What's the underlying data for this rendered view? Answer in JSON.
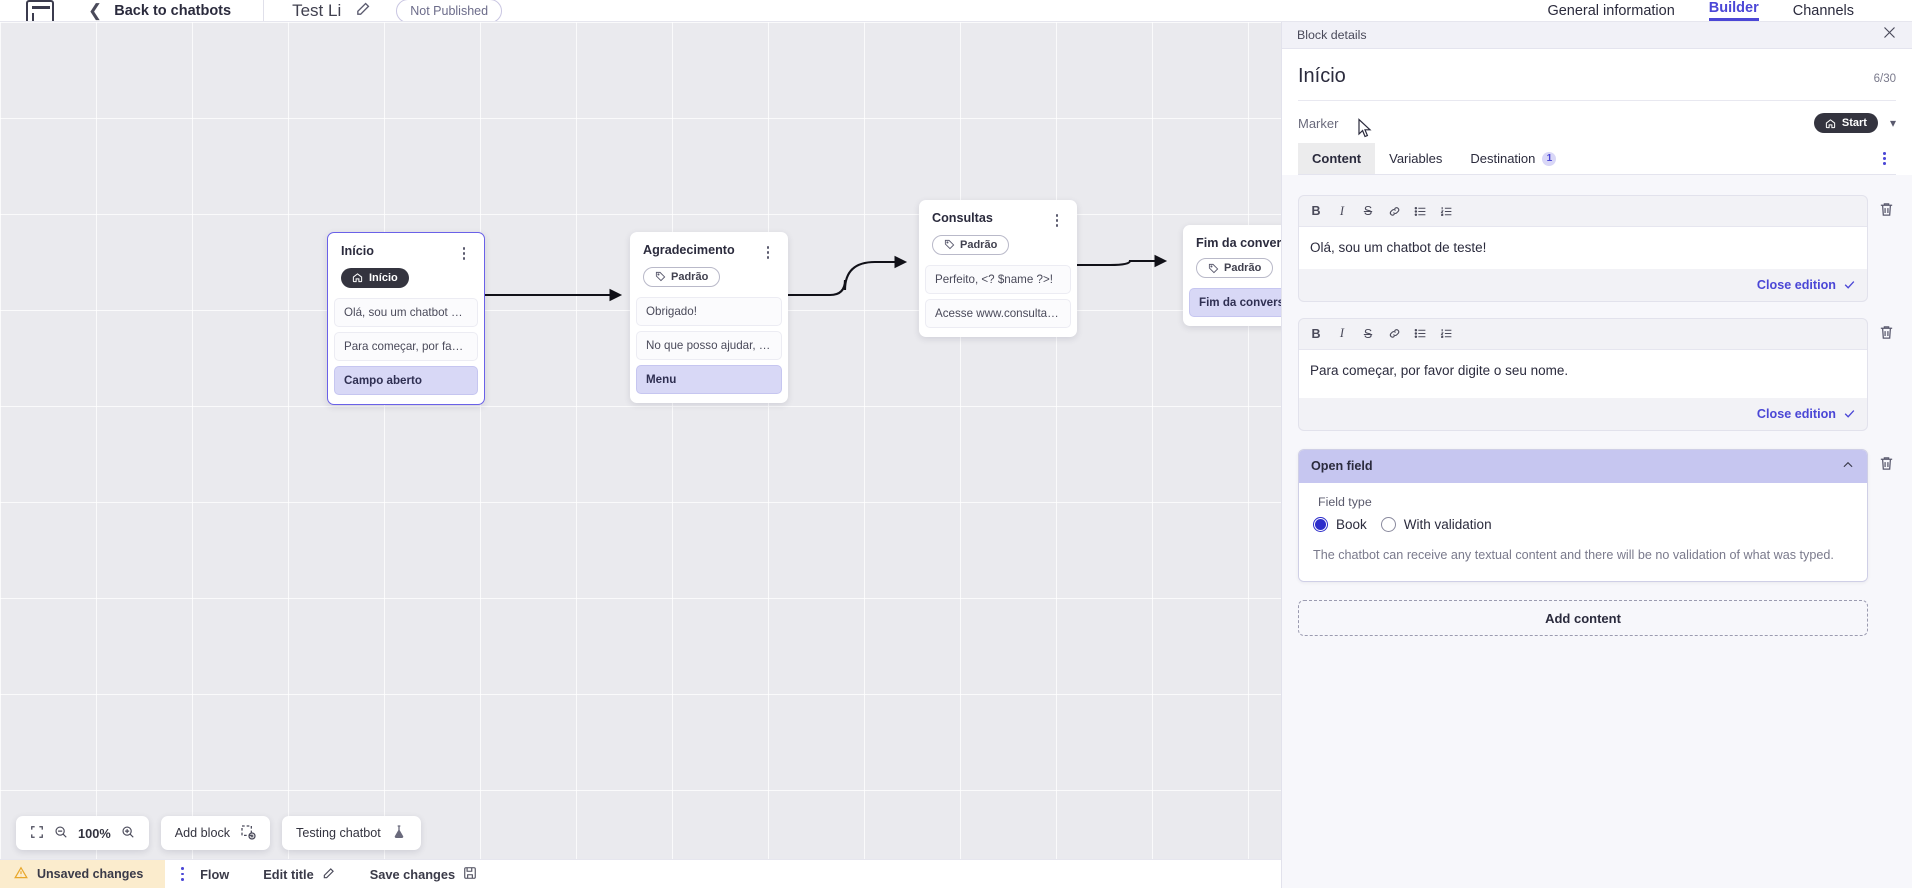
{
  "topbar": {
    "logo_icon": "app-logo-icon",
    "back_label": "Back to chatbots",
    "back_icon": "chevron-left-icon",
    "bot_title": "Test Li",
    "edit_icon": "pencil-icon",
    "publish_status": "Not Published",
    "tabs": [
      {
        "label": "General information",
        "active": false
      },
      {
        "label": "Builder",
        "active": true
      },
      {
        "label": "Channels",
        "active": false
      }
    ]
  },
  "canvas": {
    "nodes": [
      {
        "title": "Início",
        "badge": "Início",
        "badge_icon": "home-icon",
        "badge_style": "start",
        "selected": true,
        "messages": [
          {
            "text": "Olá, sou um chatbot de teste!",
            "accent": false
          },
          {
            "text": "Para começar, por favor digite o ...",
            "accent": false
          },
          {
            "text": "Campo aberto",
            "accent": true
          }
        ]
      },
      {
        "title": "Agradecimento",
        "badge": "Padrão",
        "badge_icon": "tag-icon",
        "badge_style": "default",
        "selected": false,
        "messages": [
          {
            "text": "Obrigado!",
            "accent": false
          },
          {
            "text": "No que posso ajudar, <? $name ...",
            "accent": false
          },
          {
            "text": "Menu",
            "accent": true
          }
        ]
      },
      {
        "title": "Consultas",
        "badge": "Padrão",
        "badge_icon": "tag-icon",
        "badge_style": "default",
        "selected": false,
        "messages": [
          {
            "text": "Perfeito, <? $name ?>!",
            "accent": false
          },
          {
            "text": "Acesse www.consultas.com par...",
            "accent": false
          }
        ]
      },
      {
        "title": "Fim da conversa",
        "badge": "Padrão",
        "badge_icon": "tag-icon",
        "badge_style": "default",
        "selected": false,
        "messages": [
          {
            "text": "Fim da conversa",
            "accent": true
          }
        ]
      }
    ],
    "toolbar": {
      "fit_icon": "fit-screen-icon",
      "zoom_out_icon": "zoom-out-icon",
      "zoom_level": "100%",
      "zoom_in_icon": "zoom-in-icon",
      "add_block_label": "Add block",
      "add_block_icon": "add-block-icon",
      "testing_label": "Testing chatbot",
      "testing_icon": "flask-icon"
    }
  },
  "footer": {
    "unsaved_label": "Unsaved changes",
    "warning_icon": "warning-triangle-icon",
    "kebab_icon": "more-options-icon",
    "flow_label": "Flow",
    "edit_title_label": "Edit title",
    "edit_title_icon": "pencil-icon",
    "save_label": "Save changes",
    "save_icon": "save-disk-icon"
  },
  "panel": {
    "bar_title": "Block details",
    "close_icon": "close-icon",
    "block_name": "Início",
    "char_count": "6/30",
    "marker_label": "Marker",
    "marker_value": "Start",
    "marker_icon": "home-icon",
    "marker_chevron": "chevron-down-icon",
    "tabs": [
      {
        "label": "Content",
        "active": true,
        "badge": ""
      },
      {
        "label": "Variables",
        "active": false,
        "badge": ""
      },
      {
        "label": "Destination",
        "active": false,
        "badge": "1"
      }
    ],
    "tabs_kebab_icon": "more-options-icon",
    "toolbar_icons": [
      {
        "name": "bold-icon",
        "glyph": "B"
      },
      {
        "name": "italic-icon",
        "glyph": "I"
      },
      {
        "name": "strikethrough-icon",
        "glyph": "S"
      },
      {
        "name": "link-icon",
        "glyph": "link"
      },
      {
        "name": "bullet-list-icon",
        "glyph": "ul"
      },
      {
        "name": "numbered-list-icon",
        "glyph": "ol"
      }
    ],
    "editors": [
      {
        "text": "Olá, sou um chatbot de teste!",
        "close_label": "Close edition"
      },
      {
        "text": "Para começar, por favor digite o seu nome.",
        "close_label": "Close edition"
      }
    ],
    "open_field": {
      "title": "Open field",
      "collapse_icon": "chevron-up-icon",
      "delete_icon": "trash-icon",
      "field_type_label": "Field type",
      "options": [
        {
          "label": "Book",
          "selected": true
        },
        {
          "label": "With validation",
          "selected": false
        }
      ],
      "help_text": "The chatbot can receive any textual content and there will be no validation of what was typed."
    },
    "add_content_label": "Add content"
  },
  "colors": {
    "accent": "#4b47d6",
    "node_selected_border": "#6a61e8",
    "accent_msg_bg": "#d8d8f6",
    "open_field_header": "#c6c6f0",
    "unsaved_bg": "#fbeccd",
    "radio_on": "#2e2ecb"
  }
}
